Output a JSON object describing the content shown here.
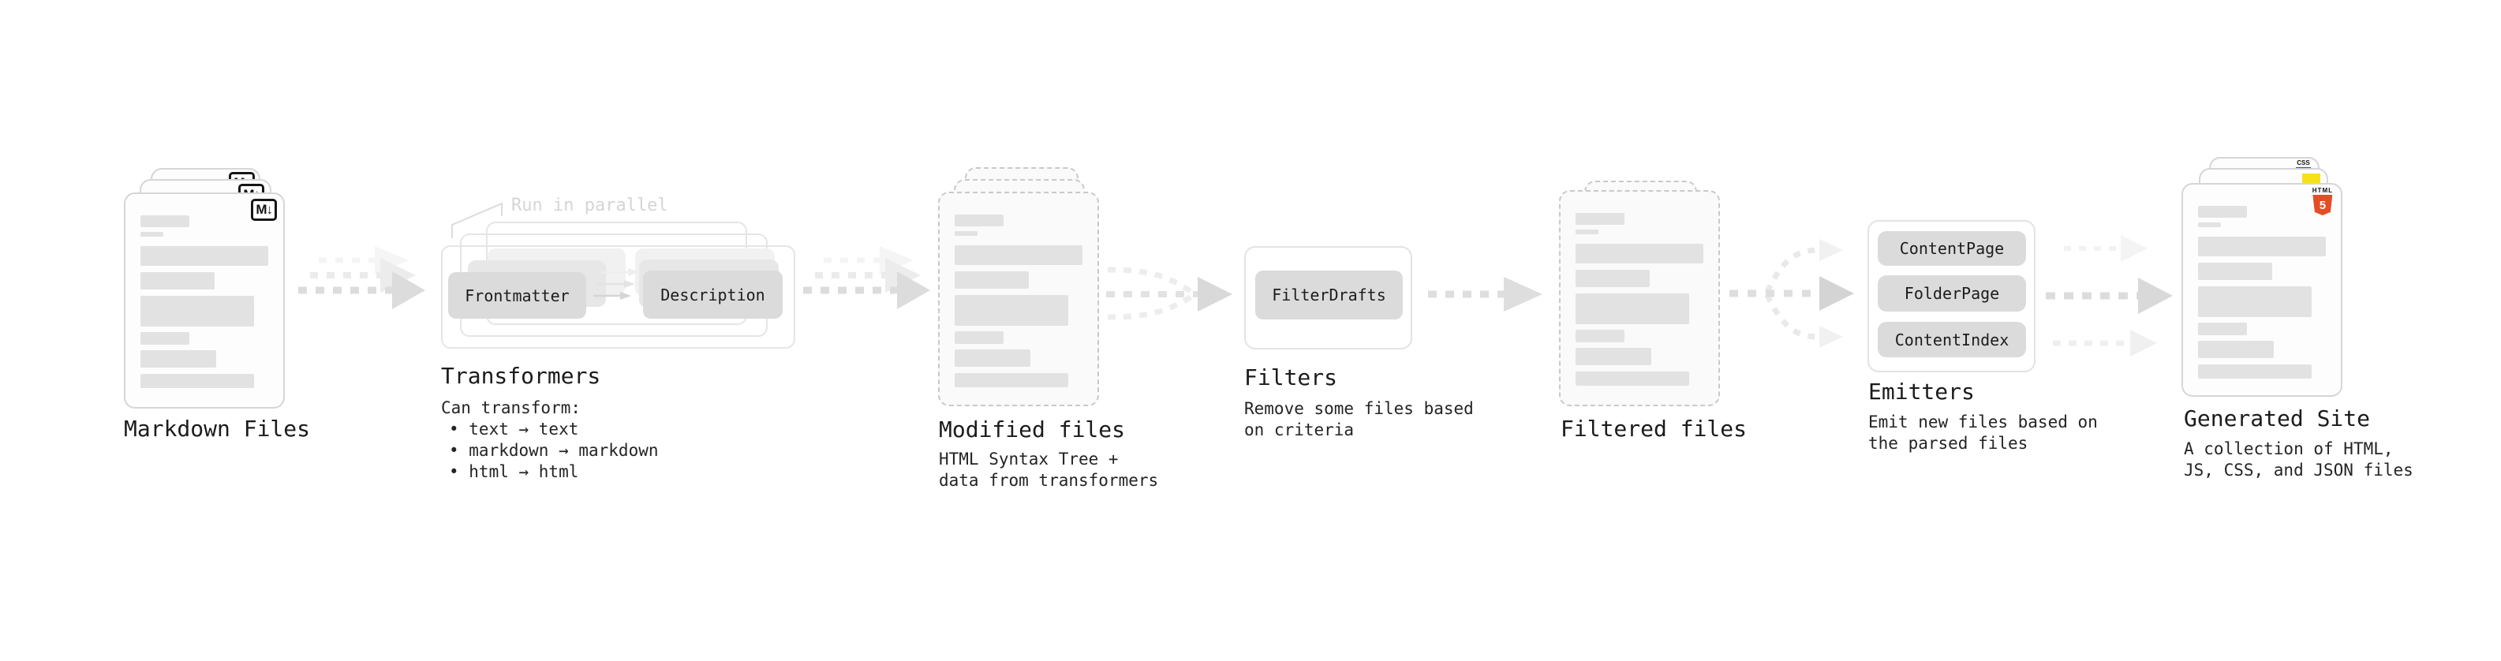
{
  "stages": {
    "markdown": {
      "title": "Markdown Files",
      "file_badge": "M↓"
    },
    "transformers": {
      "title": "Transformers",
      "note": "Run in parallel",
      "input_pill": "Frontmatter",
      "output_pill": "Description",
      "subtitle": "Can transform:",
      "bullets": [
        "• text → text",
        "• markdown → markdown",
        "• html → html"
      ]
    },
    "modified": {
      "title": "Modified files",
      "desc": [
        "HTML Syntax Tree +",
        "data from transformers"
      ]
    },
    "filters": {
      "title": "Filters",
      "pill": "FilterDrafts",
      "desc": [
        "Remove some files based",
        "on criteria"
      ]
    },
    "filtered": {
      "title": "Filtered files"
    },
    "emitters": {
      "title": "Emitters",
      "pills": [
        "ContentPage",
        "FolderPage",
        "ContentIndex"
      ],
      "desc": [
        "Emit new files based on",
        "the parsed files"
      ]
    },
    "site": {
      "title": "Generated Site",
      "desc": [
        "A collection of HTML,",
        "JS, CSS, and JSON files"
      ],
      "css_badge": "CSS",
      "html_badge_label": "HTML",
      "html_badge_number": "5"
    }
  },
  "colors": {
    "html5_orange": "#e44d26",
    "js_yellow": "#f7df1e",
    "css_blue": "#264de4"
  }
}
